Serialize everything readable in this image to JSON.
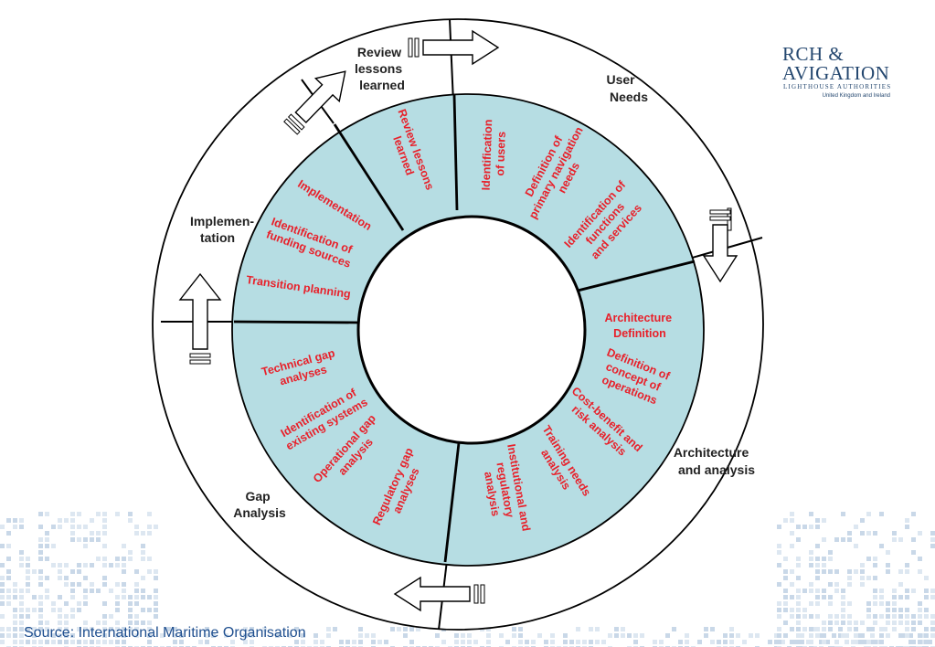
{
  "colors": {
    "ring_fill": "#b6dde3",
    "item_text": "#e8202a",
    "lines": "#000000",
    "logo": "#24476f",
    "source": "#1f4f8f"
  },
  "phases": [
    {
      "id": "user-needs",
      "label": [
        "User",
        "Needs"
      ]
    },
    {
      "id": "architecture-analysis",
      "label": [
        "Architecture",
        "and analysis"
      ]
    },
    {
      "id": "gap-analysis",
      "label": [
        "Gap",
        "Analysis"
      ]
    },
    {
      "id": "implementation",
      "label": [
        "Implemen-",
        "tation"
      ]
    },
    {
      "id": "review",
      "label": [
        "Review",
        "lessons",
        "learned"
      ]
    }
  ],
  "activities": [
    {
      "id": "identification-of-users",
      "lines": [
        "Identification",
        "of users"
      ]
    },
    {
      "id": "definition-primary-needs",
      "lines": [
        "Definition of",
        "primary navigation",
        "needs"
      ]
    },
    {
      "id": "identification-functions",
      "lines": [
        "Identification of",
        "functions",
        "and services"
      ]
    },
    {
      "id": "architecture-definition",
      "lines": [
        "Architecture",
        "Definition"
      ]
    },
    {
      "id": "definition-concept",
      "lines": [
        "Definition of",
        "concept of",
        "operations"
      ]
    },
    {
      "id": "cost-benefit",
      "lines": [
        "Cost-benefit and",
        "risk analysis"
      ]
    },
    {
      "id": "training-needs",
      "lines": [
        "Training needs",
        "analysis"
      ]
    },
    {
      "id": "institutional-analysis",
      "lines": [
        "Institutional and",
        "regulatory",
        "analysis"
      ]
    },
    {
      "id": "regulatory-gap",
      "lines": [
        "Regulatory gap",
        "analyses"
      ]
    },
    {
      "id": "operational-gap",
      "lines": [
        "Operational gap",
        "analysis"
      ]
    },
    {
      "id": "identification-existing",
      "lines": [
        "Identification of",
        "existing systems"
      ]
    },
    {
      "id": "technical-gap",
      "lines": [
        "Technical gap",
        "analyses"
      ]
    },
    {
      "id": "transition-planning",
      "lines": [
        "Transition planning"
      ]
    },
    {
      "id": "identification-funding",
      "lines": [
        "Identification of",
        "funding sources"
      ]
    },
    {
      "id": "implementation-item",
      "lines": [
        "Implementation"
      ]
    },
    {
      "id": "review-lessons-item",
      "lines": [
        "Review lessons",
        "learned"
      ]
    }
  ],
  "logo": {
    "line1": "RCH &",
    "line2": "AVIGATION",
    "line3": "LIGHTHOUSE AUTHORITIES",
    "line4": "United Kingdom and Ireland"
  },
  "source": "Source: International Maritime Organisation"
}
